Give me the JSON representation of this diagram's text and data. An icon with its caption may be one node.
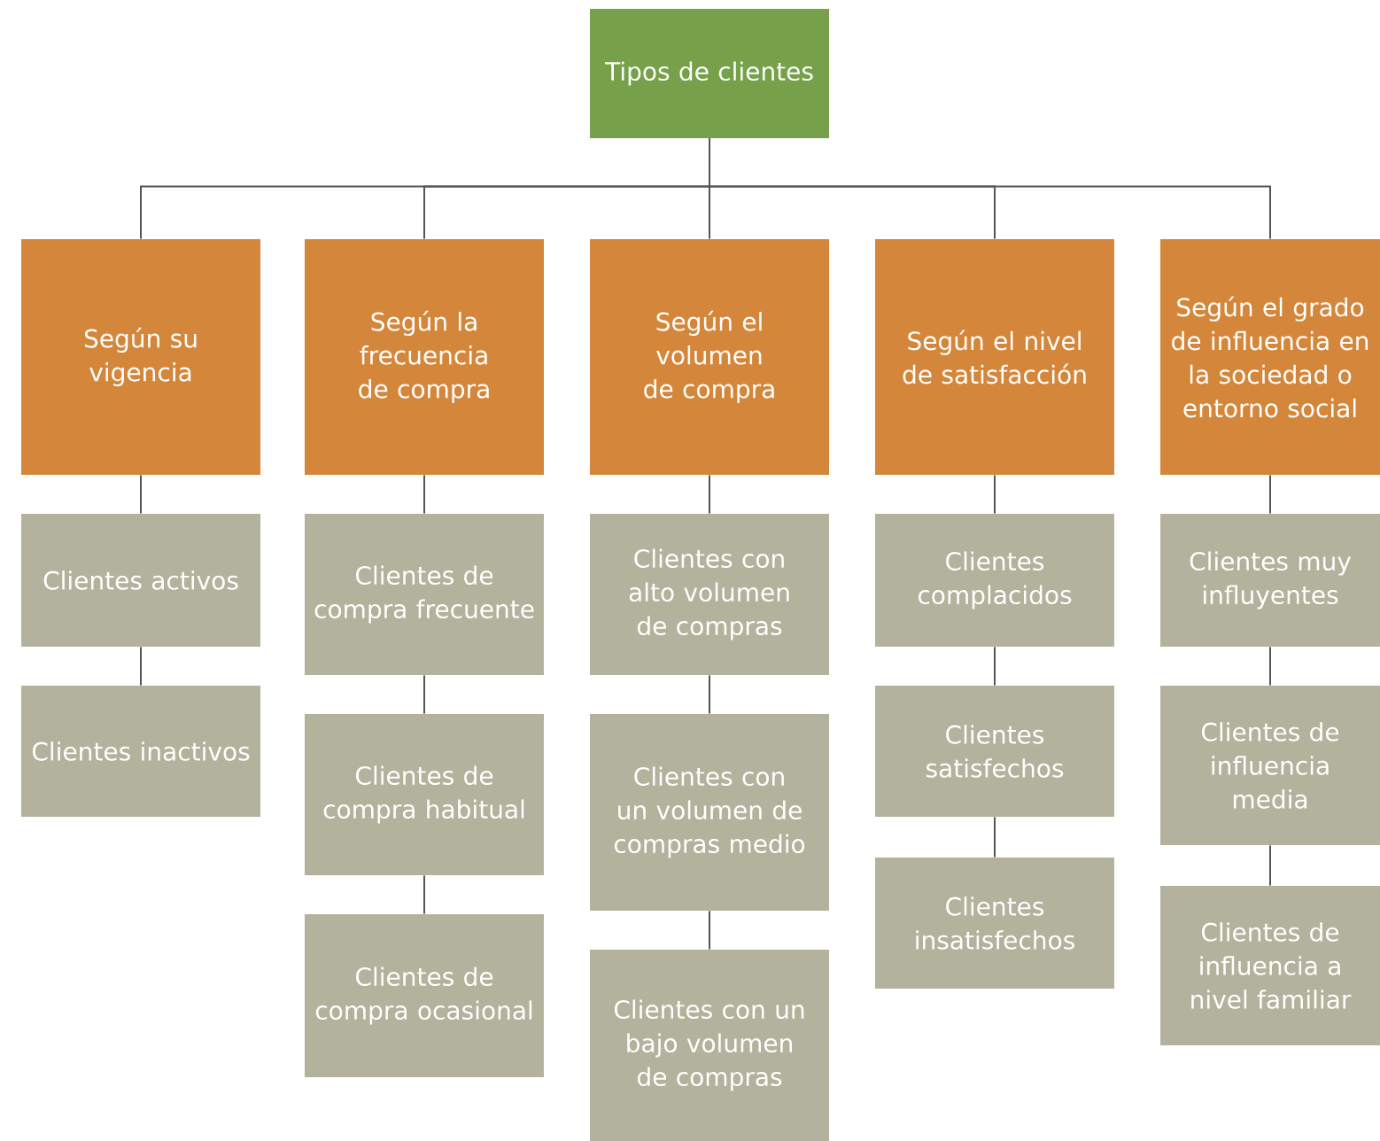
{
  "diagram": {
    "nodes": [
      {
        "text": [
          "Tipos de clientes"
        ]
      },
      {
        "text": [
          "Según su vigencia"
        ]
      },
      {
        "text": [
          "Según la frecuencia de compra"
        ]
      },
      {
        "text": [
          "Según el volumen de compra"
        ]
      },
      {
        "text": [
          "Según el nivel de satisfacción"
        ]
      },
      {
        "text": [
          "Según el grado de influencia en la sociedad o entorno social"
        ]
      },
      {
        "text": [
          "Clientes activos"
        ]
      },
      {
        "text": [
          "Clientes inactivos"
        ]
      },
      {
        "text": [
          "Clientes de compra frecuente"
        ]
      },
      {
        "text": [
          "Clientes de compra habitual"
        ]
      },
      {
        "text": [
          "Clientes de compra ocasional"
        ]
      },
      {
        "text": [
          "Clientes con alto volumen de compras"
        ]
      },
      {
        "text": [
          "Clientes con un volumen de compras medio"
        ]
      },
      {
        "text": [
          "Clientes con un bajo volumen de compras"
        ]
      },
      {
        "text": [
          "Clientes complacidos"
        ]
      },
      {
        "text": [
          "Clientes satisfechos"
        ]
      },
      {
        "text": [
          "Clientes insatisfechos"
        ]
      },
      {
        "text": [
          "Clientes muy influyentes"
        ]
      },
      {
        "text": [
          "Clientes de influencia media"
        ]
      },
      {
        "text": [
          "Clientes de influencia a nivel familiar"
        ]
      }
    ],
    "edges": [
      {
        "from": 0,
        "to": 1,
        "arrow": "none"
      },
      {
        "from": 0,
        "to": 2,
        "arrow": "none"
      },
      {
        "from": 0,
        "to": 3,
        "arrow": "none"
      },
      {
        "from": 0,
        "to": 4,
        "arrow": "none"
      },
      {
        "from": 0,
        "to": 5,
        "arrow": "none"
      },
      {
        "from": 1,
        "to": 6,
        "arrow": "none"
      },
      {
        "from": 6,
        "to": 7,
        "arrow": "none"
      },
      {
        "from": 2,
        "to": 8,
        "arrow": "none"
      },
      {
        "from": 8,
        "to": 9,
        "arrow": "none"
      },
      {
        "from": 9,
        "to": 10,
        "arrow": "none"
      },
      {
        "from": 3,
        "to": 11,
        "arrow": "none"
      },
      {
        "from": 11,
        "to": 12,
        "arrow": "none"
      },
      {
        "from": 12,
        "to": 13,
        "arrow": "none"
      },
      {
        "from": 4,
        "to": 14,
        "arrow": "none"
      },
      {
        "from": 14,
        "to": 15,
        "arrow": "none"
      },
      {
        "from": 15,
        "to": 16,
        "arrow": "none"
      },
      {
        "from": 5,
        "to": 17,
        "arrow": "none"
      },
      {
        "from": 17,
        "to": 18,
        "arrow": "none"
      },
      {
        "from": 18,
        "to": 19,
        "arrow": "none"
      }
    ]
  }
}
